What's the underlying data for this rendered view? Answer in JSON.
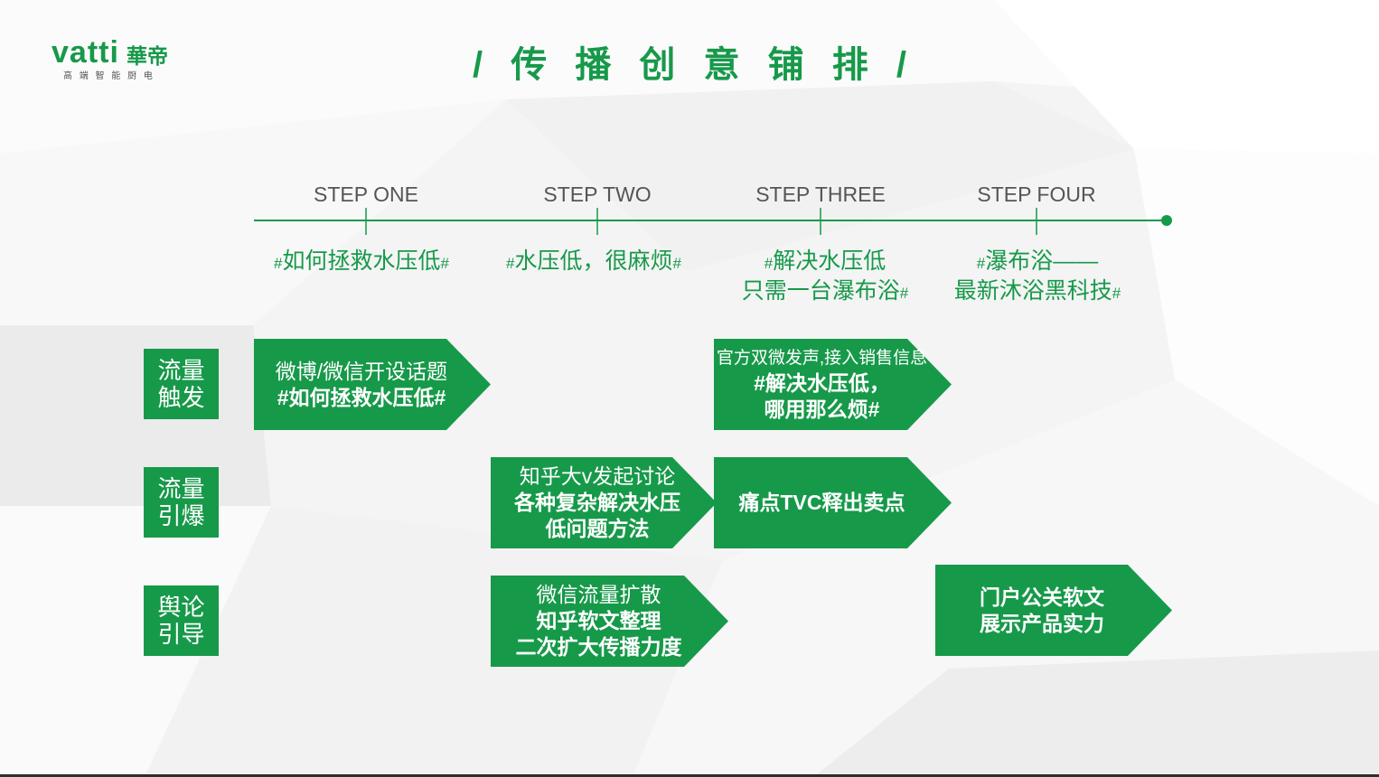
{
  "theme": {
    "green": "#17994a",
    "step_label_color": "#555555",
    "box_text_color": "#ffffff",
    "tagline_color": "#555555"
  },
  "logo": {
    "wordmark": "vatti",
    "chinese_name": "華帝",
    "tagline": "高 端 智 能 厨 电"
  },
  "title": "/ 传 播 创 意 铺 排 /",
  "timeline": {
    "steps": [
      {
        "label": "STEP ONE",
        "hashtag": [
          "#如何拯救水压低#"
        ]
      },
      {
        "label": "STEP TWO",
        "hashtag": [
          "#水压低，很麻烦#"
        ]
      },
      {
        "label": "STEP THREE",
        "hashtag": [
          "#解决水压低",
          "只需一台瀑布浴#"
        ]
      },
      {
        "label": "STEP FOUR",
        "hashtag": [
          "#瀑布浴——",
          "最新沐浴黑科技#"
        ]
      }
    ]
  },
  "rows": [
    {
      "label": [
        "流量",
        "触发"
      ],
      "blocks": [
        {
          "lead": "微博/微信开设话题",
          "emphasis": [
            "#如何拯救水压低#"
          ]
        },
        {
          "lead": "官方双微发声,接入销售信息",
          "emphasis": [
            "#解决水压低，",
            "哪用那么烦#"
          ]
        }
      ]
    },
    {
      "label": [
        "流量",
        "引爆"
      ],
      "blocks": [
        {
          "lead": "知乎大v发起讨论",
          "emphasis": [
            "各种复杂解决水压",
            "低问题方法"
          ]
        },
        {
          "emphasis": [
            "痛点TVC释出卖点"
          ]
        }
      ]
    },
    {
      "label": [
        "舆论",
        "引导"
      ],
      "blocks": [
        {
          "lead": "微信流量扩散",
          "emphasis": [
            "知乎软文整理",
            "二次扩大传播力度"
          ]
        },
        {
          "emphasis": [
            "门户公关软文",
            "展示产品实力"
          ]
        }
      ]
    }
  ]
}
